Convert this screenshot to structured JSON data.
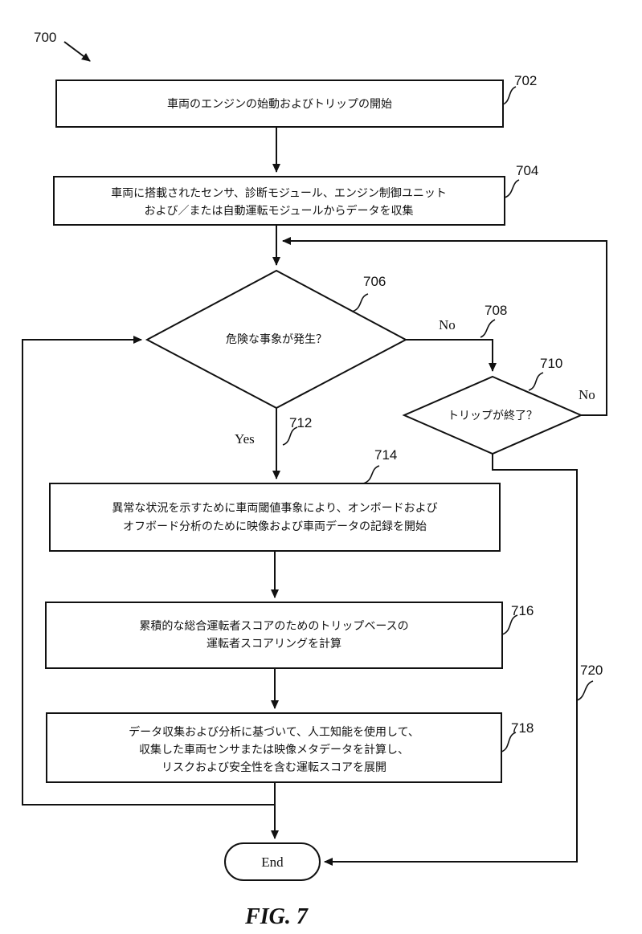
{
  "figure": {
    "id": "700",
    "caption": "FIG. 7"
  },
  "steps": {
    "s702": {
      "ref": "702",
      "lines": [
        "車両のエンジンの始動およびトリップの開始"
      ]
    },
    "s704": {
      "ref": "704",
      "lines": [
        "車両に搭載されたセンサ、診断モジュール、エンジン制御ユニット",
        "および／または自動運転モジュールからデータを収集"
      ]
    },
    "s706": {
      "ref": "706",
      "lines": [
        "危険な事象が発生？"
      ]
    },
    "s710": {
      "ref": "710",
      "lines": [
        "トリップが終了？"
      ]
    },
    "s714": {
      "ref": "714",
      "lines": [
        "異常な状況を示すために車両閾値事象により、オンボードおよび",
        "オフボード分析のために映像および車両データの記録を開始"
      ]
    },
    "s716": {
      "ref": "716",
      "lines": [
        "累積的な総合運転者スコアのためのトリップベースの",
        "運転者スコアリングを計算"
      ]
    },
    "s718": {
      "ref": "718",
      "lines": [
        "データ収集および分析に基づいて、人工知能を使用して、",
        "収集した車両センサまたは映像メタデータを計算し、",
        "リスクおよび安全性を含む運転スコアを展開"
      ]
    },
    "end": {
      "label": "End"
    }
  },
  "connectors": {
    "c708": {
      "ref": "708",
      "label": "No"
    },
    "c712": {
      "ref": "712",
      "label": "Yes"
    },
    "c710_no": {
      "label": "No"
    },
    "c720": {
      "ref": "720"
    }
  }
}
